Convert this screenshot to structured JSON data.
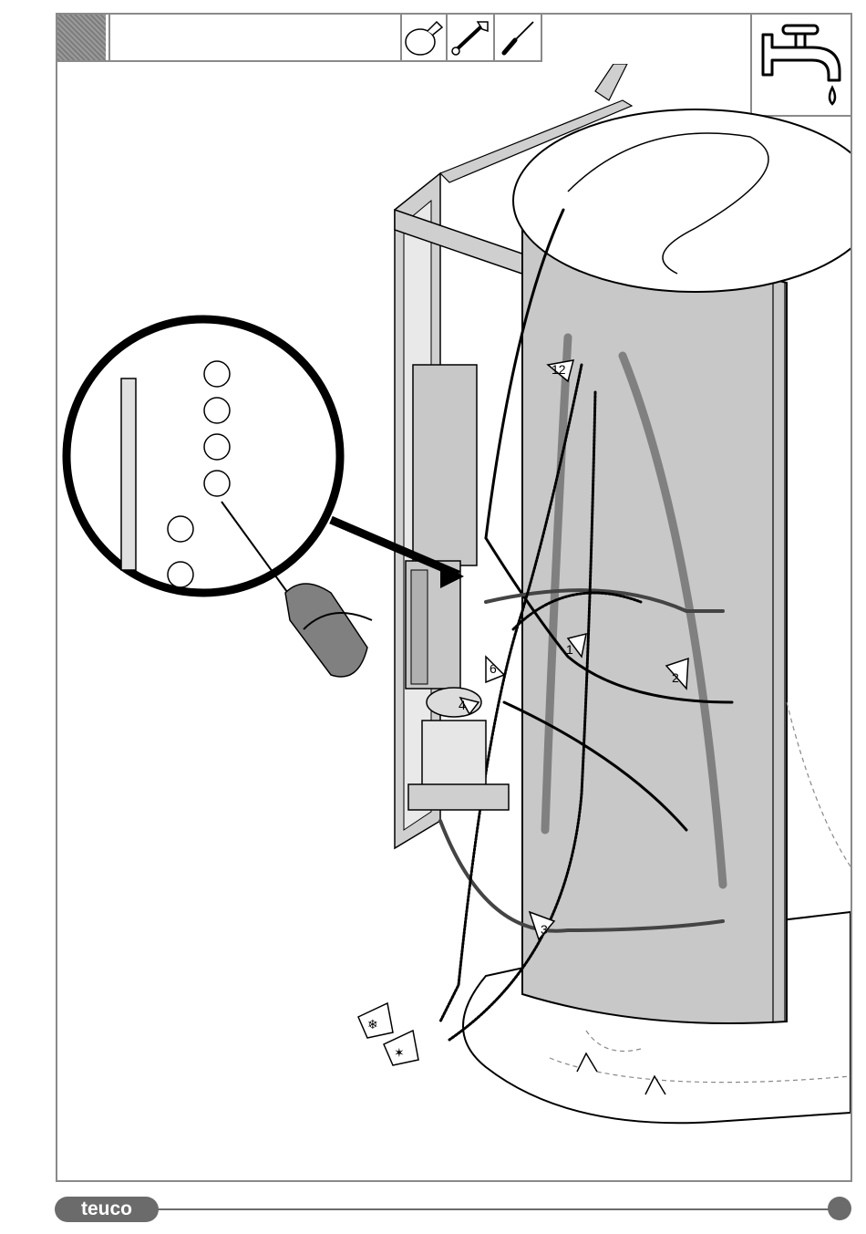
{
  "footer": {
    "brand": "teuco"
  },
  "callouts": {
    "c12": "12",
    "c1": "1",
    "c2": "2",
    "c3": "3",
    "c4": "4",
    "c6": "6"
  },
  "icons": {
    "header": [
      "sponge-icon",
      "wrench-icon",
      "screwdriver-icon"
    ],
    "corner": "water-tap-icon",
    "inlets": [
      "cold-water-icon",
      "hot-water-icon"
    ]
  },
  "colors": {
    "frame": "#8a8a8a",
    "ink": "#000000",
    "panel": "#c8c8c8",
    "brand": "#6b6b6b"
  }
}
